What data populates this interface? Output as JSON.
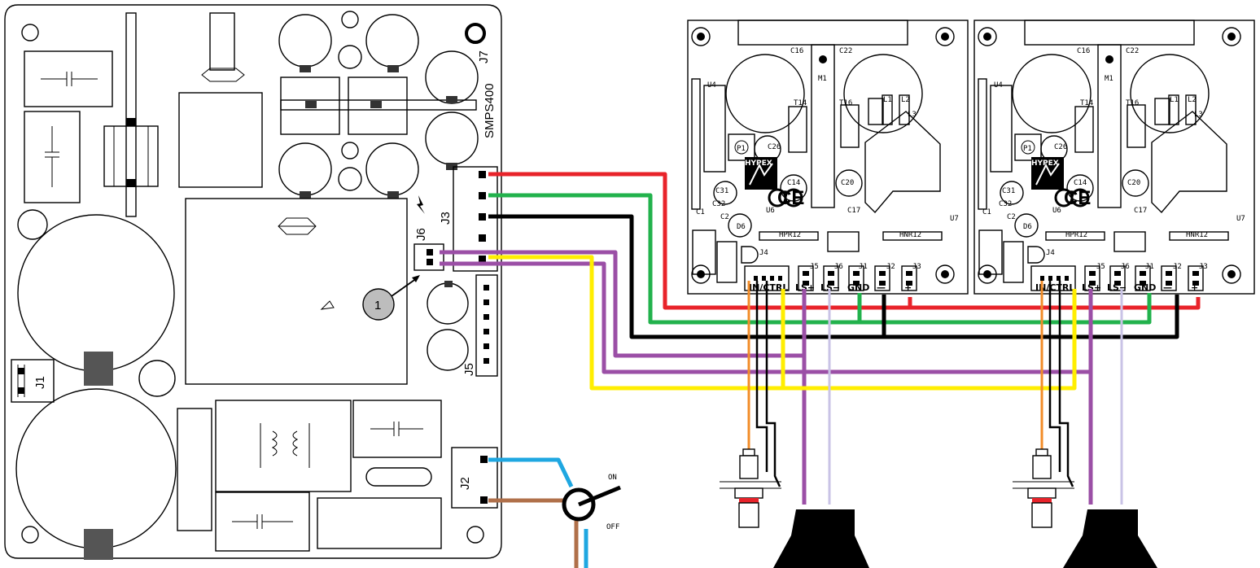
{
  "psu": {
    "name": "SMPS400",
    "connectors": {
      "j1": "J1",
      "j2": "J2",
      "j3": "J3",
      "j5": "J5",
      "j6": "J6",
      "j7": "J7"
    },
    "callout": "1"
  },
  "switch": {
    "on_label": "ON",
    "off_label": "OFF"
  },
  "amp_left": {
    "components": {
      "c16": "C16",
      "c22": "C22",
      "m1": "M1",
      "u4": "U4",
      "l1": "L1",
      "l2": "L2",
      "l3": "L3",
      "t14": "T14",
      "t16": "T16",
      "p1": "P1",
      "c26": "C26",
      "c31": "C31",
      "c14": "C14",
      "c20": "C20",
      "c32": "C32",
      "c1": "C1",
      "c2": "C2",
      "d6": "D6",
      "u6": "U6",
      "c17": "C17",
      "u7": "U7",
      "hpr12": "HPR12",
      "hnr12": "HNR12",
      "j4": "J4",
      "j5": "J5",
      "j6": "J6",
      "j1": "J1",
      "j2": "J2",
      "j3": "J3"
    },
    "logo": "HYPEX",
    "ce": "CE",
    "pins": {
      "in_ctrl": "IN/CTRL",
      "ls_plus": "LS+",
      "ls_minus": "LS−",
      "gnd": "GND",
      "minus": "—",
      "plus": "+"
    }
  },
  "amp_right": {
    "components": {
      "c16": "C16",
      "c22": "C22",
      "m1": "M1",
      "u4": "U4",
      "l1": "L1",
      "l2": "L2",
      "l3": "L3",
      "t14": "T14",
      "t16": "T16",
      "p1": "P1",
      "c26": "C26",
      "c31": "C31",
      "c14": "C14",
      "c20": "C20",
      "c32": "C32",
      "c1": "C1",
      "c2": "C2",
      "d6": "D6",
      "u6": "U6",
      "c17": "C17",
      "u7": "U7",
      "hpr12": "HPR12",
      "hnr12": "HNR12",
      "j4": "J4",
      "j5": "J5",
      "j6": "J6",
      "j1": "J1",
      "j2": "J2",
      "j3": "J3"
    },
    "logo": "HYPEX",
    "ce": "CE",
    "pins": {
      "in_ctrl": "IN/CTRL",
      "ls_plus": "LS+",
      "ls_minus": "LS−",
      "gnd": "GND",
      "minus": "—",
      "plus": "+"
    }
  },
  "colors": {
    "v_plus": "#e8232a",
    "gnd": "#22b24c",
    "v_minus": "#000000",
    "purple": "#9b4fa6",
    "yellow": "#ffee00",
    "orange": "#f28c28",
    "lavender": "#c9c3e6",
    "mains_live": "#1fa7e1",
    "mains_neutral": "#b0704a"
  }
}
